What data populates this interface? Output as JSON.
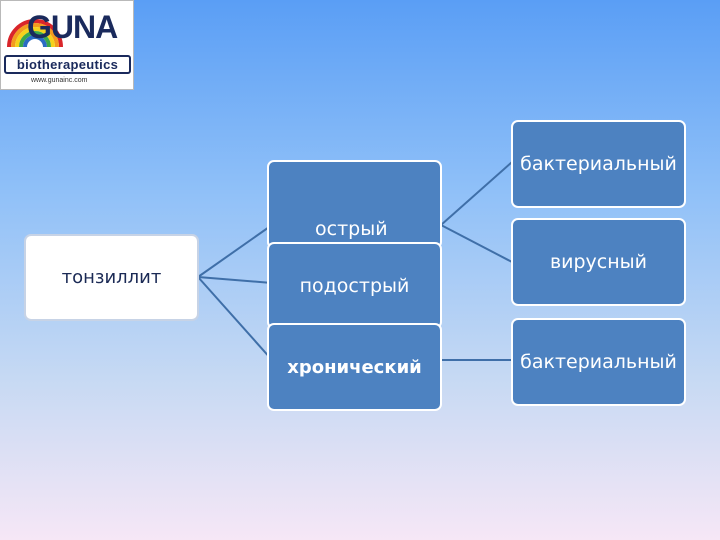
{
  "logo": {
    "brand": "GUNA",
    "tagline": "biotherapeutics",
    "url": "www.gunainc.com"
  },
  "diagram": {
    "root": "тонзиллит",
    "stages": [
      "острый",
      "подострый",
      "хронический"
    ],
    "acute_causes": [
      "бактериальный",
      "вирусный"
    ],
    "chronic_cause": "бактериальный"
  }
}
